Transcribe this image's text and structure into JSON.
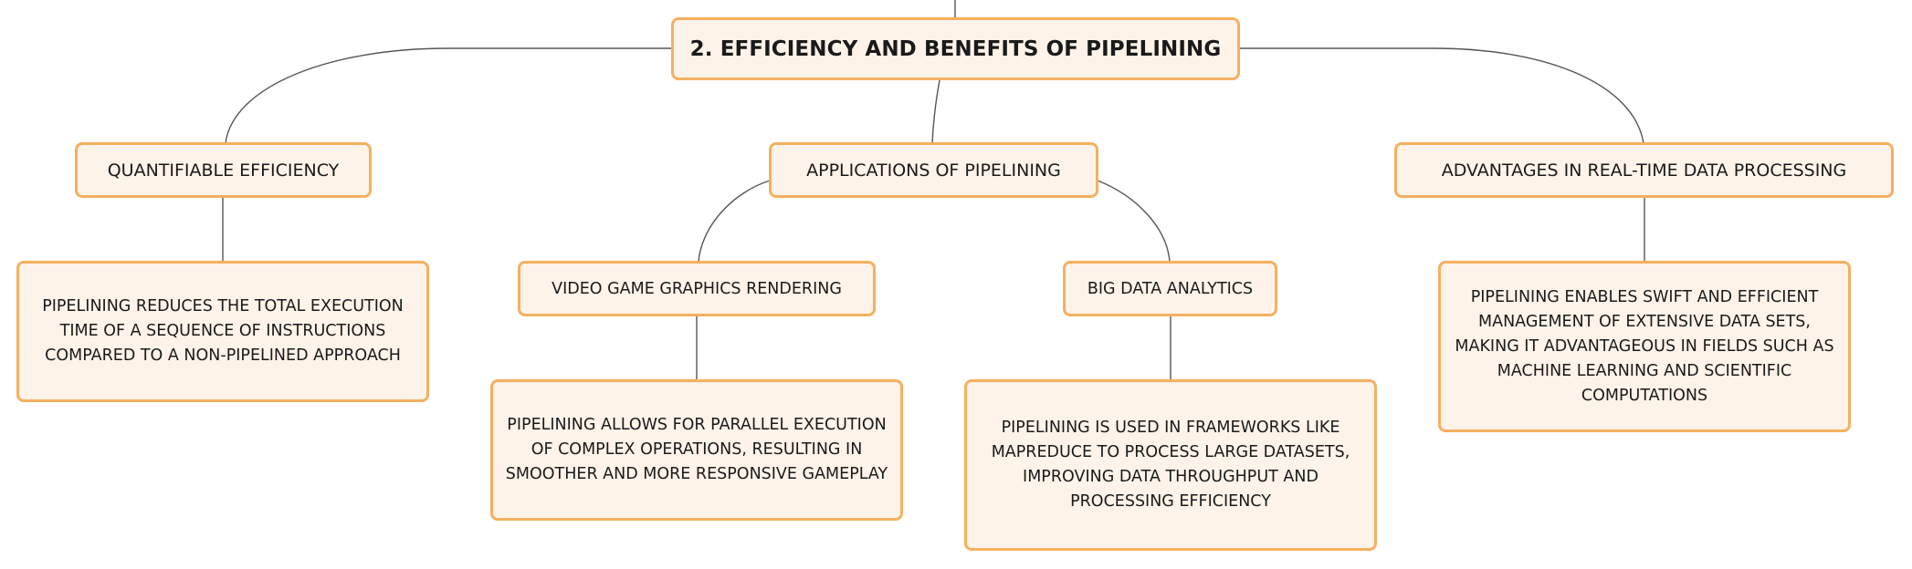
{
  "colors": {
    "node_fill": "#fdf3e8",
    "node_border": "#f5b060",
    "connector": "#555555",
    "text": "#1a1a1a"
  },
  "diagram": {
    "root": {
      "label": "2. EFFICIENCY AND BENEFITS OF PIPELINING"
    },
    "branches": {
      "quantifiable": {
        "label": "QUANTIFIABLE EFFICIENCY",
        "detail": "PIPELINING REDUCES THE TOTAL EXECUTION TIME OF A SEQUENCE OF INSTRUCTIONS COMPARED TO A NON-PIPELINED APPROACH"
      },
      "applications": {
        "label": "APPLICATIONS OF PIPELINING",
        "children": {
          "video_game": {
            "label": "VIDEO GAME GRAPHICS RENDERING",
            "detail": "PIPELINING ALLOWS FOR PARALLEL EXECUTION OF COMPLEX OPERATIONS, RESULTING IN SMOOTHER AND MORE RESPONSIVE GAMEPLAY"
          },
          "big_data": {
            "label": "BIG DATA ANALYTICS",
            "detail": "PIPELINING IS USED IN FRAMEWORKS LIKE MAPREDUCE TO PROCESS LARGE DATASETS, IMPROVING DATA THROUGHPUT AND PROCESSING EFFICIENCY"
          }
        }
      },
      "realtime": {
        "label": "ADVANTAGES IN REAL-TIME DATA PROCESSING",
        "detail": "PIPELINING ENABLES SWIFT AND EFFICIENT MANAGEMENT OF EXTENSIVE DATA SETS, MAKING IT ADVANTAGEOUS IN FIELDS SUCH AS MACHINE LEARNING AND SCIENTIFIC COMPUTATIONS"
      }
    }
  }
}
